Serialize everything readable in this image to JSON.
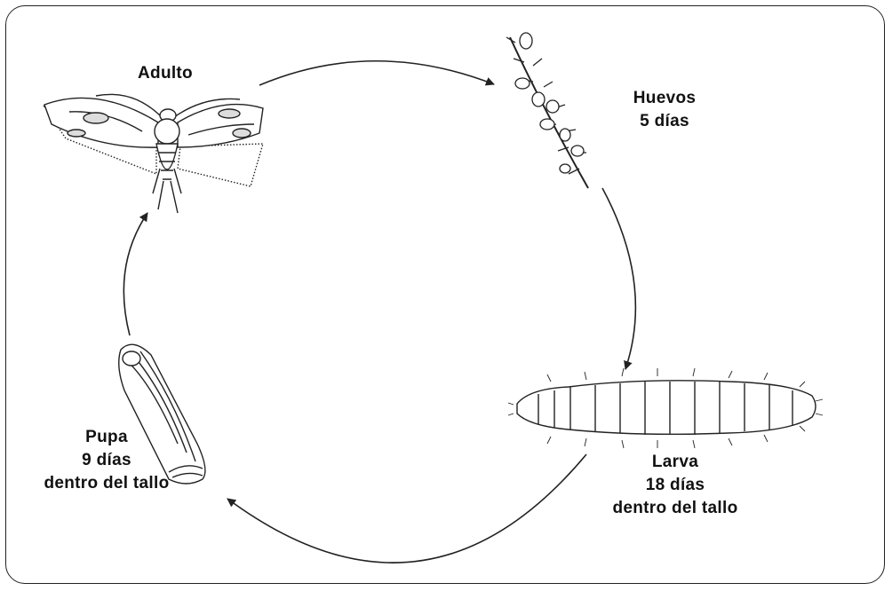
{
  "diagram": {
    "stages": {
      "adult": {
        "name": "Adulto"
      },
      "eggs": {
        "name": "Huevos",
        "duration": "5 días"
      },
      "larva": {
        "name": "Larva",
        "duration": "18 días",
        "location": "dentro del tallo"
      },
      "pupa": {
        "name": "Pupa",
        "duration": "9 días",
        "location": "dentro del tallo"
      }
    },
    "cycle_order": [
      "Adulto",
      "Huevos",
      "Larva",
      "Pupa"
    ]
  }
}
